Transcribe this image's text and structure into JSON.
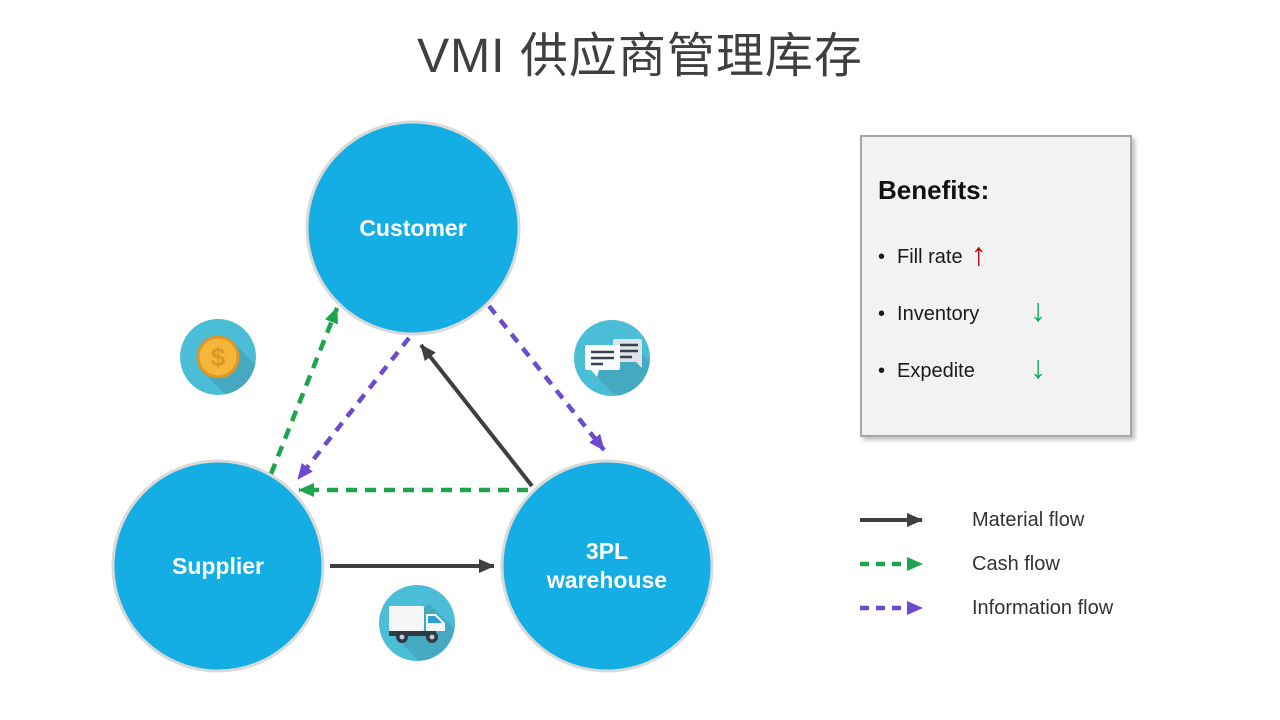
{
  "title": "VMI 供应商管理库存",
  "diagram": {
    "nodes": {
      "customer": {
        "label": "Customer"
      },
      "supplier": {
        "label": "Supplier"
      },
      "warehouse": {
        "label_line1": "3PL",
        "label_line2": "warehouse"
      }
    },
    "icons": {
      "cash": {
        "name": "dollar-coin-icon",
        "symbol": "$"
      },
      "information": {
        "name": "chat-messages-icon"
      },
      "material": {
        "name": "delivery-truck-icon"
      }
    },
    "flows": [
      {
        "type": "material",
        "from": "supplier",
        "to": "warehouse"
      },
      {
        "type": "material",
        "from": "warehouse",
        "to": "customer"
      },
      {
        "type": "cash",
        "from": "supplier",
        "to": "customer"
      },
      {
        "type": "cash",
        "from": "warehouse",
        "to": "supplier"
      },
      {
        "type": "information",
        "from": "customer",
        "to": "supplier"
      },
      {
        "type": "information",
        "from": "customer",
        "to": "warehouse"
      }
    ]
  },
  "benefits": {
    "heading": "Benefits:",
    "bullet": "•",
    "items": [
      {
        "label": "Fill rate",
        "arrow": "↑",
        "trend": "up"
      },
      {
        "label": "Inventory",
        "arrow": "↓",
        "trend": "down"
      },
      {
        "label": "Expedite",
        "arrow": "↓",
        "trend": "down"
      }
    ]
  },
  "legend": [
    {
      "label": "Material flow",
      "line_style": "solid",
      "color": "#3f3f3f"
    },
    {
      "label": "Cash flow",
      "line_style": "dashed",
      "color": "#1ea44c"
    },
    {
      "label": "Information flow",
      "line_style": "dashed",
      "color": "#6b4bce"
    }
  ],
  "colors": {
    "node_fill": "#14aee5",
    "node_ring": "#d9d9d9",
    "icon_circle": "#4cbdd7",
    "material_flow": "#3f3f3f",
    "cash_flow": "#1ea44c",
    "information_flow": "#6b4bce",
    "benefit_up": "#c00000",
    "benefit_down": "#00b050",
    "coin": "#f5b63a",
    "coin_edge": "#db9727"
  }
}
